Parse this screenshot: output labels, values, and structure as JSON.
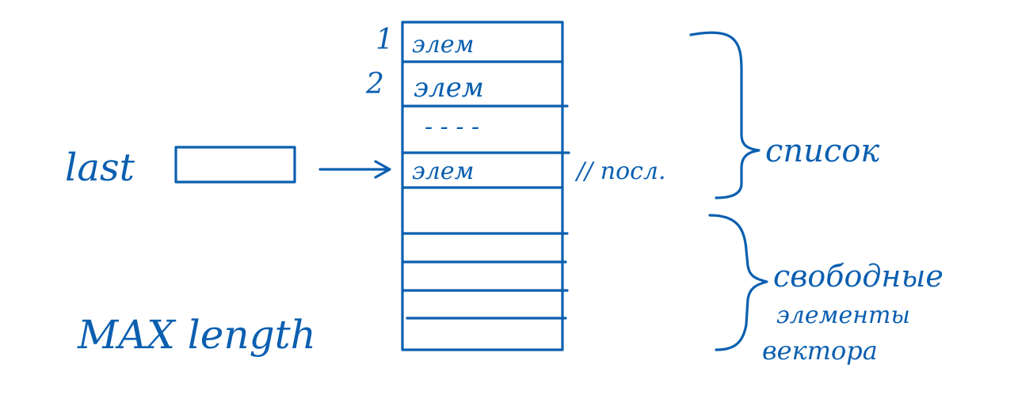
{
  "diagram": {
    "ink_color": "#0b5fb0",
    "background": "#ffffff",
    "last_label": "last",
    "max_length_label": "MAX length",
    "row_numbers": [
      "1",
      "2"
    ],
    "cells": [
      "элем",
      "элем",
      "- - - -",
      "элем"
    ],
    "last_comment": "// посл.",
    "brace_list_label": "список",
    "brace_free_label": [
      "свободные",
      "элементы",
      "вектора"
    ]
  }
}
